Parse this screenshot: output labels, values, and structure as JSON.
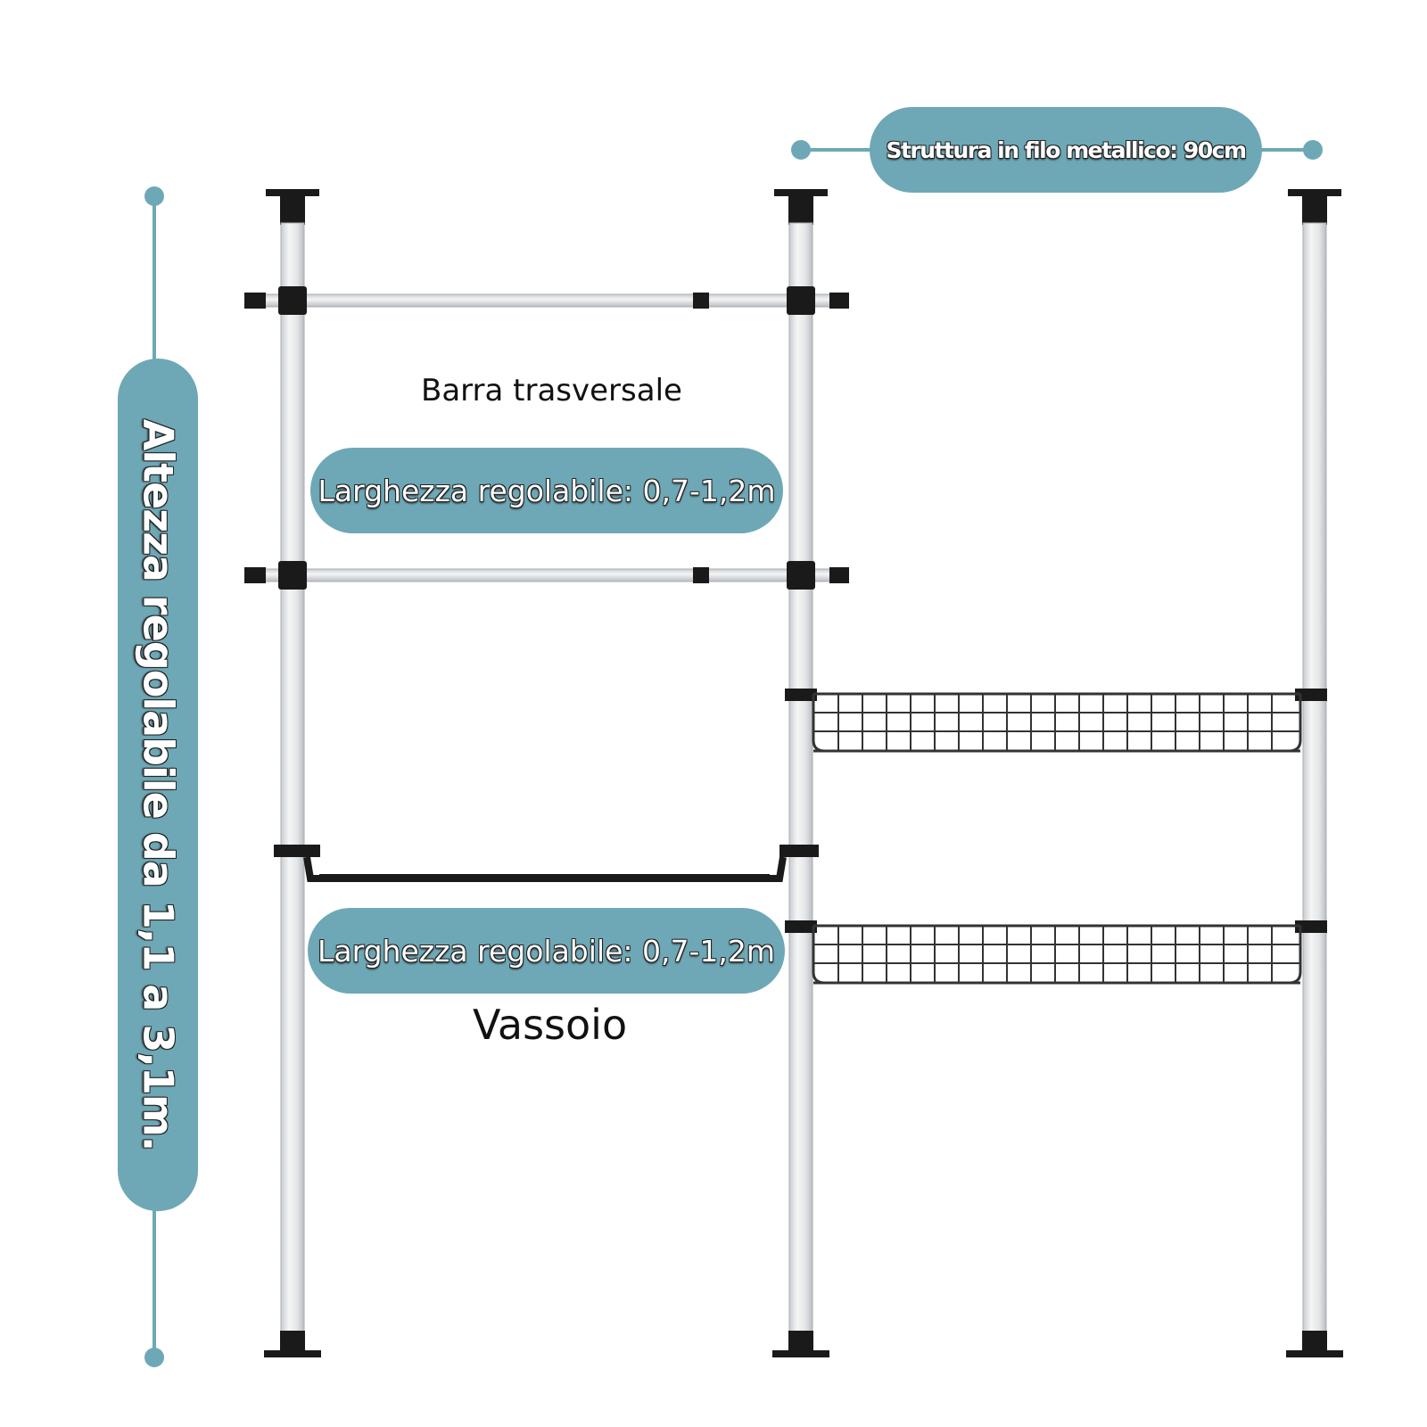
{
  "labels": {
    "frame_width": "Struttura in filo metallico: 90cm",
    "height_range": "Altezza regolabile da 1,1 a 3,1m.",
    "crossbar_name": "Barra trasversale",
    "crossbar_width": "Larghezza regolabile: 0,7-1,2m",
    "tray_width": "Larghezza regolabile: 0,7-1,2m",
    "tray_name": "Vassoio"
  },
  "colors": {
    "accent": "#6ea8b6",
    "pole": "#d9dcdf",
    "fitting": "#1a1a1a",
    "background": "#ffffff"
  }
}
